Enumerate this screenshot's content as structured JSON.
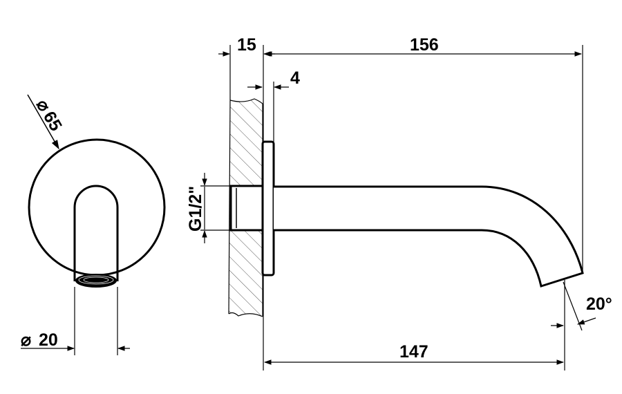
{
  "drawing": {
    "front_view": {
      "diameter_outer_label": "65",
      "diameter_spout_label": "20",
      "diameter_symbol": "⌀"
    },
    "side_view": {
      "dim_wall_depth_label": "15",
      "dim_spout_reach_label": "156",
      "dim_flange_label": "4",
      "dim_thread_label": "G1/2\"",
      "dim_outlet_reach_label": "147",
      "dim_angle_label": "20°"
    }
  }
}
